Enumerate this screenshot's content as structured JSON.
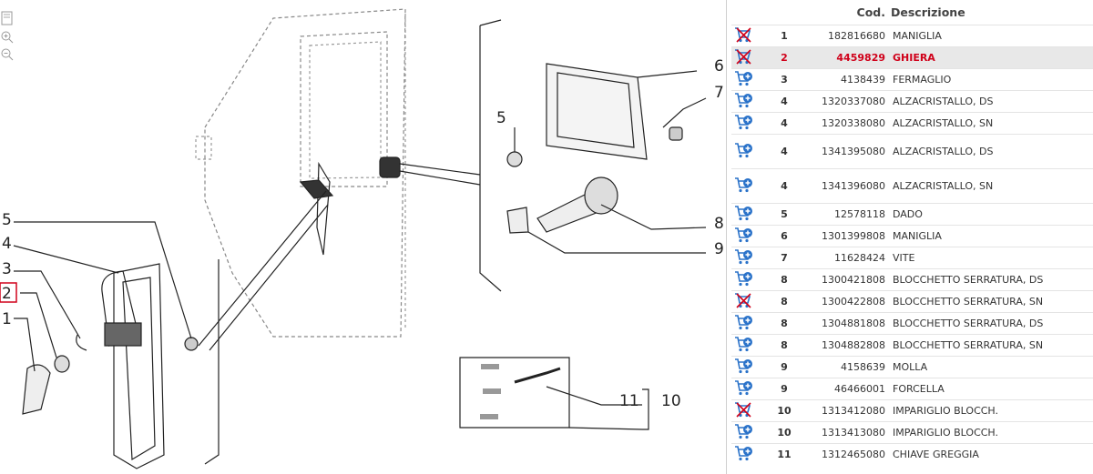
{
  "toolbar": {
    "icons": [
      "reset-view-icon",
      "zoom-in-icon",
      "zoom-out-icon"
    ]
  },
  "diagram": {
    "callouts": [
      "1",
      "2",
      "3",
      "4",
      "5",
      "5",
      "6",
      "7",
      "8",
      "9",
      "10",
      "11"
    ],
    "highlighted_callout": "2"
  },
  "table": {
    "headers": {
      "code": "Cod.",
      "description": "Descrizione"
    },
    "rows": [
      {
        "ref": "1",
        "code": "182816680",
        "desc": "MANIGLIA",
        "cart": "cart-unavailable-icon",
        "selected": false
      },
      {
        "ref": "2",
        "code": "4459829",
        "desc": "GHIERA",
        "cart": "cart-unavailable-icon",
        "selected": true
      },
      {
        "ref": "3",
        "code": "4138439",
        "desc": "FERMAGLIO",
        "cart": "cart-add-icon",
        "selected": false
      },
      {
        "ref": "4",
        "code": "1320337080",
        "desc": "ALZACRISTALLO, DS",
        "cart": "cart-add-icon",
        "selected": false
      },
      {
        "ref": "4",
        "code": "1320338080",
        "desc": "ALZACRISTALLO, SN",
        "cart": "cart-add-icon",
        "selected": false
      },
      {
        "ref": "4",
        "code": "1341395080",
        "desc": "ALZACRISTALLO, DS",
        "cart": "cart-add-icon",
        "selected": false
      },
      {
        "ref": "4",
        "code": "1341396080",
        "desc": "ALZACRISTALLO, SN",
        "cart": "cart-add-icon",
        "selected": false
      },
      {
        "ref": "5",
        "code": "12578118",
        "desc": "DADO",
        "cart": "cart-add-icon",
        "selected": false
      },
      {
        "ref": "6",
        "code": "1301399808",
        "desc": "MANIGLIA",
        "cart": "cart-add-icon",
        "selected": false
      },
      {
        "ref": "7",
        "code": "11628424",
        "desc": "VITE",
        "cart": "cart-add-icon",
        "selected": false
      },
      {
        "ref": "8",
        "code": "1300421808",
        "desc": "BLOCCHETTO SERRATURA, DS",
        "cart": "cart-add-icon",
        "selected": false
      },
      {
        "ref": "8",
        "code": "1300422808",
        "desc": "BLOCCHETTO SERRATURA, SN",
        "cart": "cart-unavailable-icon",
        "selected": false
      },
      {
        "ref": "8",
        "code": "1304881808",
        "desc": "BLOCCHETTO SERRATURA, DS",
        "cart": "cart-add-icon",
        "selected": false
      },
      {
        "ref": "8",
        "code": "1304882808",
        "desc": "BLOCCHETTO SERRATURA, SN",
        "cart": "cart-add-icon",
        "selected": false
      },
      {
        "ref": "9",
        "code": "4158639",
        "desc": "MOLLA",
        "cart": "cart-add-icon",
        "selected": false
      },
      {
        "ref": "9",
        "code": "46466001",
        "desc": "FORCELLA",
        "cart": "cart-add-icon",
        "selected": false
      },
      {
        "ref": "10",
        "code": "1313412080",
        "desc": "IMPARIGLIO BLOCCH.",
        "cart": "cart-unavailable-icon",
        "selected": false
      },
      {
        "ref": "10",
        "code": "1313413080",
        "desc": "IMPARIGLIO BLOCCH.",
        "cart": "cart-add-icon",
        "selected": false
      },
      {
        "ref": "11",
        "code": "1312465080",
        "desc": "CHIAVE GREGGIA",
        "cart": "cart-add-icon",
        "selected": false
      }
    ]
  },
  "colors": {
    "selected_text": "#d0021b",
    "cart_blue": "#2a72c9",
    "unavailable_red": "#d0021b"
  }
}
